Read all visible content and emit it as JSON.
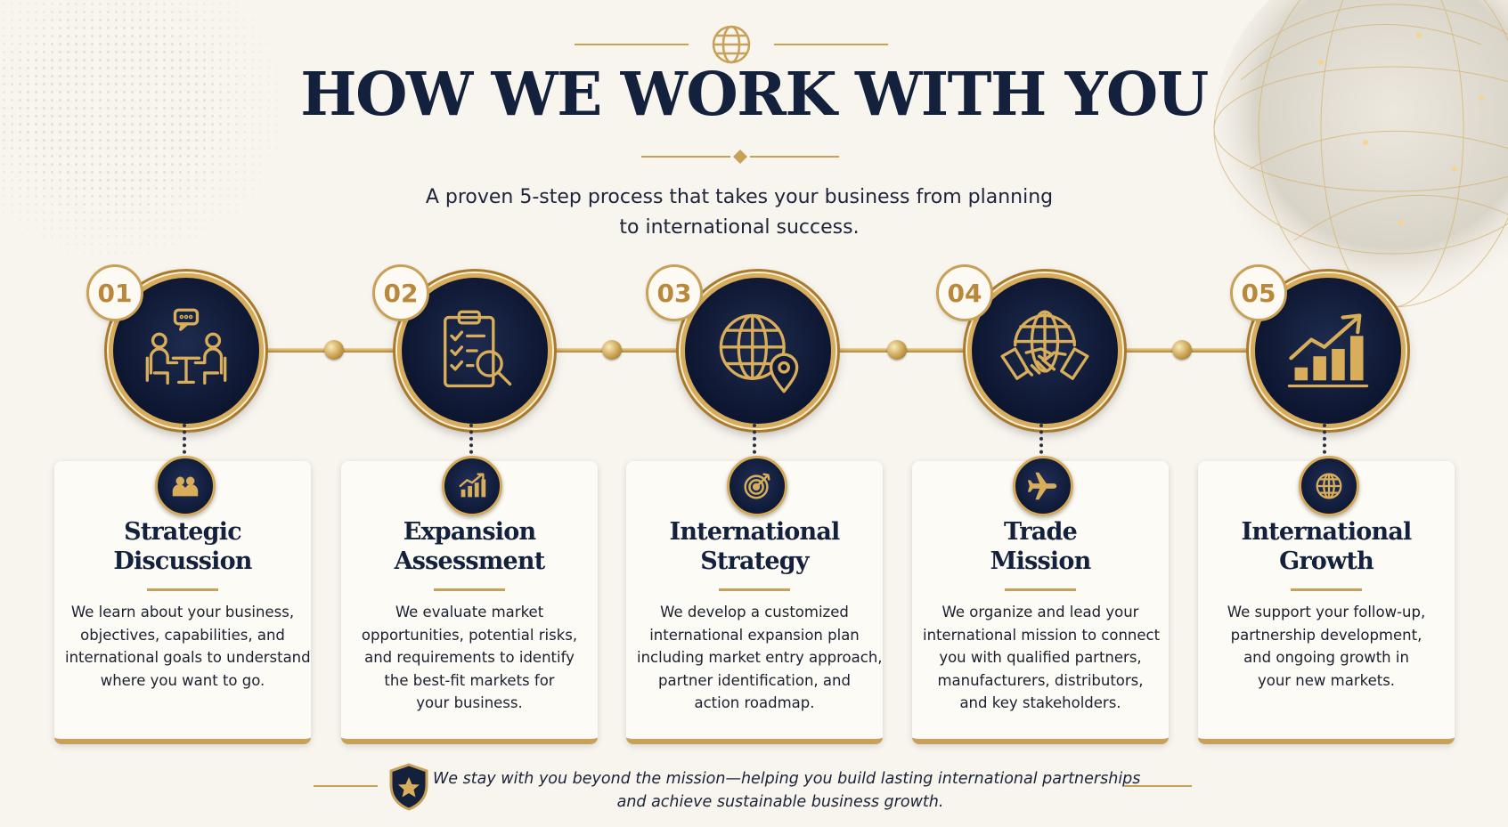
{
  "header": {
    "title": "HOW WE WORK WITH YOU",
    "subtitle_line1": "A proven 5-step process that takes your business from planning",
    "subtitle_line2": "to international success."
  },
  "steps": [
    {
      "number": "01",
      "main_icon": "meeting-people-icon",
      "card_icon": "people-icon",
      "title_line1": "Strategic",
      "title_line2": "Discussion",
      "desc": [
        "We learn about your business,",
        "objectives, capabilities, and",
        "international goals to understand",
        "where you want to go."
      ]
    },
    {
      "number": "02",
      "main_icon": "clipboard-search-icon",
      "card_icon": "growth-chart-icon",
      "title_line1": "Expansion",
      "title_line2": "Assessment",
      "desc": [
        "We evaluate market",
        "opportunities, potential risks,",
        "and requirements to identify",
        "the best-fit markets for",
        "your business."
      ]
    },
    {
      "number": "03",
      "main_icon": "globe-pin-icon",
      "card_icon": "target-icon",
      "title_line1": "International",
      "title_line2": "Strategy",
      "desc": [
        "We develop a customized",
        "international expansion plan",
        "including market entry approach,",
        "partner identification, and",
        "action roadmap."
      ]
    },
    {
      "number": "04",
      "main_icon": "globe-handshake-icon",
      "card_icon": "airplane-icon",
      "title_line1": "Trade",
      "title_line2": "Mission",
      "desc": [
        "We organize and lead your",
        "international mission to connect",
        "you with qualified partners,",
        "manufacturers, distributors,",
        "and key stakeholders."
      ]
    },
    {
      "number": "05",
      "main_icon": "growth-chart-arrow-icon",
      "card_icon": "globe-icon",
      "title_line1": "International",
      "title_line2": "Growth",
      "desc": [
        "We support your follow-up,",
        "partnership development,",
        "and ongoing growth in",
        "your new markets."
      ]
    }
  ],
  "footer": {
    "icon": "shield-star-icon",
    "line1": "We stay with you beyond the mission—helping you build lasting international partnerships",
    "line2": "and achieve sustainable business growth."
  },
  "colors": {
    "navy": "#14213d",
    "gold": "#c9a057",
    "background": "#f8f5ef"
  }
}
